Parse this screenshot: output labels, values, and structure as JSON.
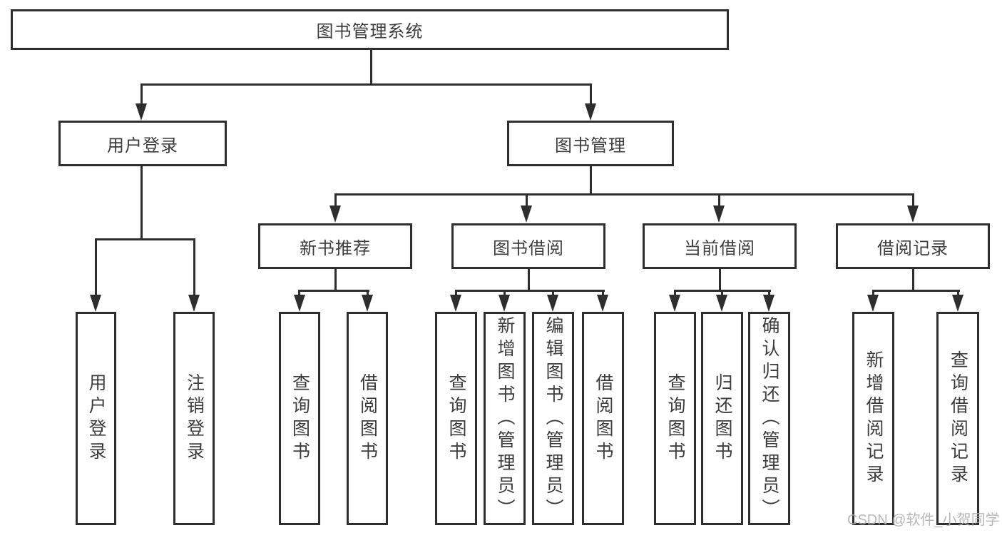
{
  "diagram": {
    "root": {
      "label": "图书管理系统"
    },
    "branches": [
      {
        "label": "用户登录",
        "children": [
          {
            "label": "用户登录"
          },
          {
            "label": "注销登录"
          }
        ]
      },
      {
        "label": "图书管理",
        "children": [
          {
            "label": "新书推荐",
            "children": [
              {
                "label": "查询图书"
              },
              {
                "label": "借阅图书"
              }
            ]
          },
          {
            "label": "图书借阅",
            "children": [
              {
                "label": "查询图书"
              },
              {
                "label": "新增图书（管理员）"
              },
              {
                "label": "编辑图书（管理员）"
              },
              {
                "label": "借阅图书"
              }
            ]
          },
          {
            "label": "当前借阅",
            "children": [
              {
                "label": "查询图书"
              },
              {
                "label": "归还图书"
              },
              {
                "label": "确认归还（管理员）"
              }
            ]
          },
          {
            "label": "借阅记录",
            "children": [
              {
                "label": "新增借阅记录"
              },
              {
                "label": "查询借阅记录"
              }
            ]
          }
        ]
      }
    ]
  },
  "watermark": {
    "text": "CSDN @软件_小贺同学"
  },
  "colors": {
    "line": "#2e2e2e",
    "text": "#3d3d3d",
    "watermark": "#b0b0b0"
  }
}
